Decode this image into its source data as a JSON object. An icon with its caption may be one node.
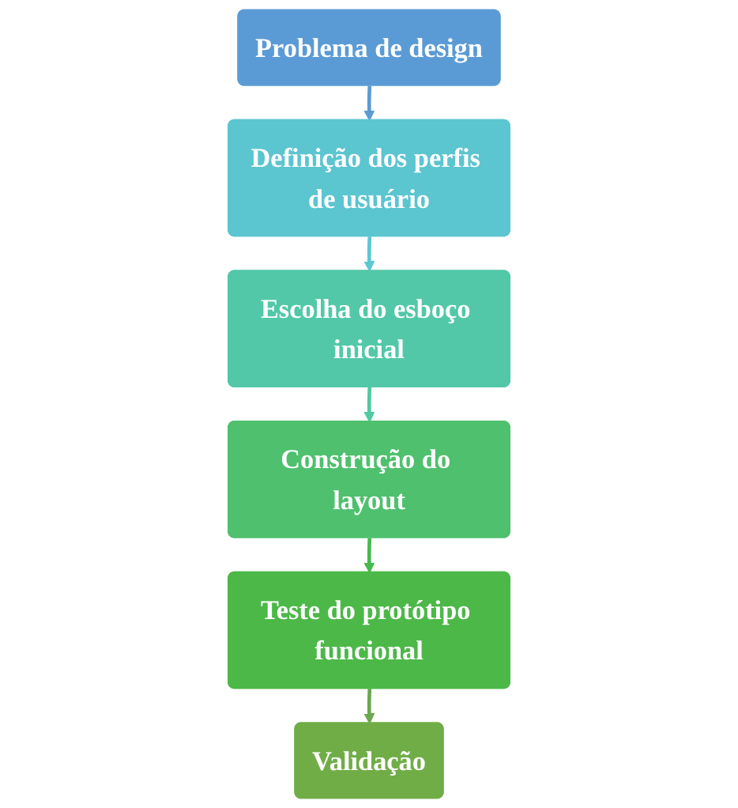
{
  "diagram": {
    "nodes": [
      {
        "text": [
          "Problema de design"
        ]
      },
      {
        "text": [
          "Definição dos perfis de usuário"
        ]
      },
      {
        "text": [
          "Escolha do esboço inicial"
        ]
      },
      {
        "text": [
          "Construção do layout"
        ]
      },
      {
        "text": [
          "Teste do protótipo funcional"
        ]
      },
      {
        "text": [
          "Validação"
        ]
      }
    ],
    "edges": [
      {
        "from": 0,
        "to": 1,
        "arrow": "to",
        "color": "#5b9bd5"
      },
      {
        "from": 1,
        "to": 2,
        "arrow": "to",
        "color": "#5bc8d3"
      },
      {
        "from": 2,
        "to": 3,
        "arrow": "to",
        "color": "#4fc9a0"
      },
      {
        "from": 3,
        "to": 4,
        "arrow": "to",
        "color": "#47b84e"
      },
      {
        "from": 4,
        "to": 5,
        "arrow": "to",
        "color": "#6aa84f"
      }
    ]
  }
}
